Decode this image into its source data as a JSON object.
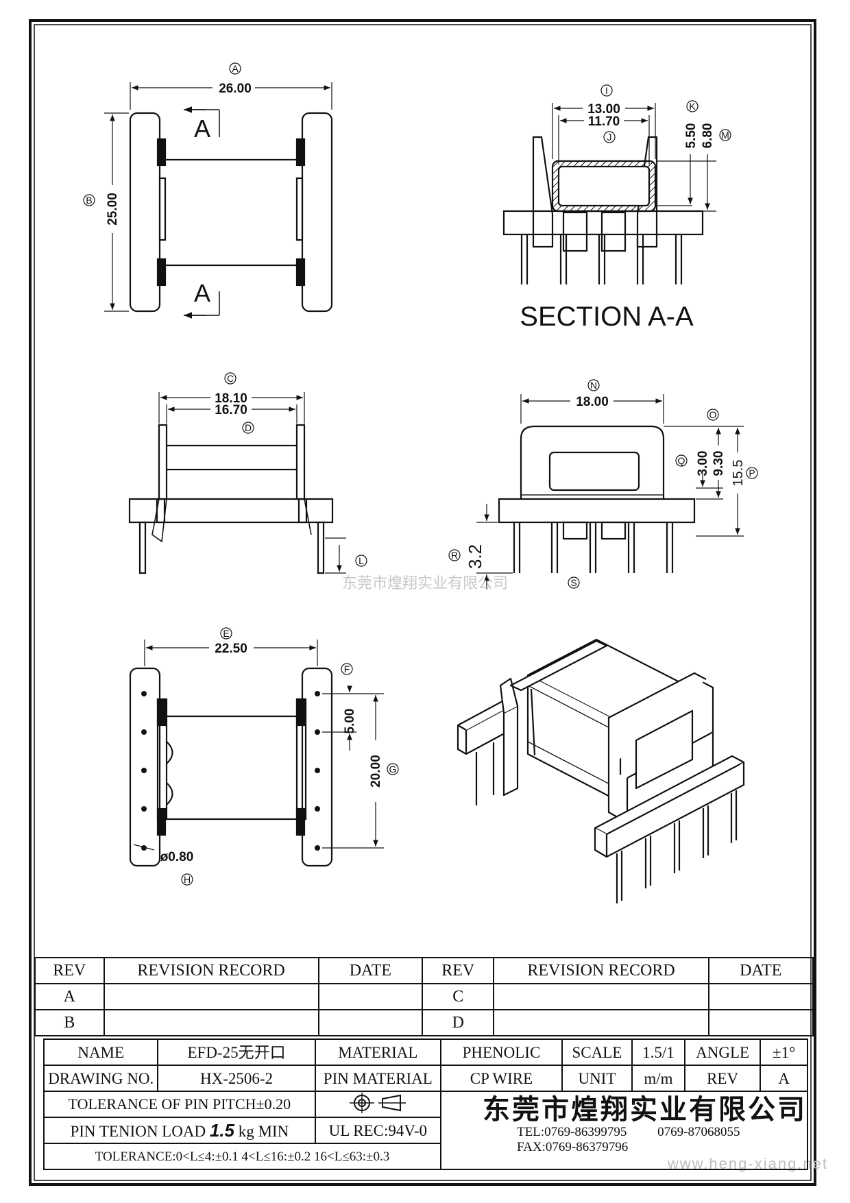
{
  "dimensions": {
    "a": "26.00",
    "b": "25.00",
    "c": "18.10",
    "d": "16.70",
    "e": "22.50",
    "f": "5.00",
    "g": "20.00",
    "h": "ø0.80",
    "i": "13.00",
    "j": "11.70",
    "k": "5.50",
    "m": "6.80",
    "n": "18.00",
    "q": "3.00",
    "o": "9.30",
    "p": "15.5",
    "r": "3.2"
  },
  "callouts": {
    "a": "A",
    "b": "B",
    "c": "C",
    "d": "D",
    "e": "E",
    "f": "F",
    "g": "G",
    "h": "H",
    "i": "I",
    "j": "J",
    "k": "K",
    "l": "L",
    "m": "M",
    "n": "N",
    "o": "O",
    "p": "P",
    "q": "Q",
    "r": "R",
    "s": "S"
  },
  "section_mark": "A",
  "section_title": "SECTION A-A",
  "watermark": "东莞市煌翔实业有限公司",
  "site_url": "www.heng-xiang.net",
  "revision_table": {
    "headers": [
      "REV",
      "REVISION RECORD",
      "DATE",
      "REV",
      "REVISION RECORD",
      "DATE"
    ],
    "rows": [
      {
        "rev_left": "A",
        "rev_right": "C"
      },
      {
        "rev_left": "B",
        "rev_right": "D"
      }
    ]
  },
  "title_block": {
    "name_label": "NAME",
    "name_value": "EFD-25无开口",
    "material_label": "MATERIAL",
    "material_value": "PHENOLIC",
    "scale_label": "SCALE",
    "scale_value": "1.5/1",
    "angle_label": "ANGLE",
    "angle_value": "±1°",
    "drawing_no_label": "DRAWING NO.",
    "drawing_no_value": "HX-2506-2",
    "pin_material_label": "PIN MATERIAL",
    "pin_material_value": "CP WIRE",
    "unit_label": "UNIT",
    "unit_value": "m/m",
    "rev_label": "REV",
    "rev_value": "A",
    "pin_pitch_tolerance": "TOLERANCE OF PIN PITCH±0.20",
    "pin_load_prefix": "PIN TENION LOAD",
    "pin_load_value": "1.5",
    "pin_load_suffix": "kg MIN",
    "ul_rec": "UL REC:94V-0",
    "general_tolerance": "TOLERANCE:0<L≤4:±0.1  4<L≤16:±0.2  16<L≤63:±0.3",
    "company": "东莞市煌翔实业有限公司",
    "tel": "TEL:0769-86399795",
    "tel2": "0769-87068055",
    "fax": "FAX:0769-86379796"
  }
}
